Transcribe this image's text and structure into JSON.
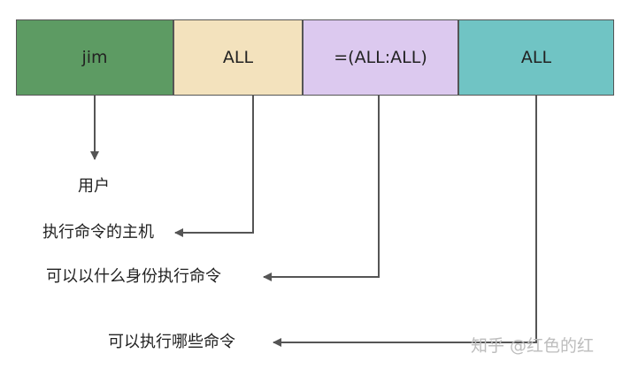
{
  "boxes": [
    {
      "label": "jim",
      "color": "#5d9b63"
    },
    {
      "label": "ALL",
      "color": "#f3e2bd"
    },
    {
      "label": "=(ALL:ALL)",
      "color": "#dcc9ef"
    },
    {
      "label": "ALL",
      "color": "#70c4c4"
    }
  ],
  "labels": {
    "user": "用户",
    "host": "执行命令的主机",
    "runas": "可以以什么身份执行命令",
    "commands": "可以执行哪些命令"
  },
  "watermark": "知乎 @红色的红",
  "colors": {
    "line": "#555555",
    "border": "#555555"
  }
}
